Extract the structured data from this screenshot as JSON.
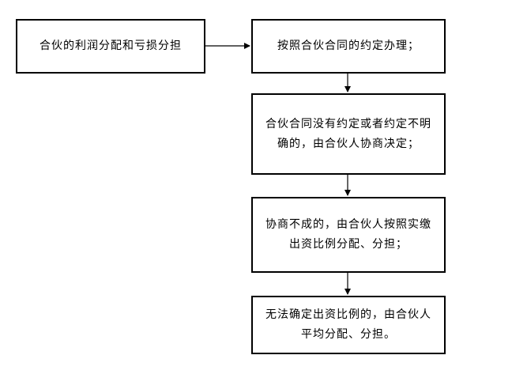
{
  "flow": {
    "start": "合伙的利润分配和亏损分担",
    "step1": "按照合伙合同的约定办理；",
    "step2": "合伙合同没有约定或者约定不明确的，由合伙人协商决定；",
    "step3": "协商不成的，由合伙人按照实缴出资比例分配、分担；",
    "step4": "无法确定出资比例的，由合伙人平均分配、分担。"
  },
  "colors": {
    "border": "#000000",
    "background": "#ffffff",
    "text": "#000000"
  }
}
